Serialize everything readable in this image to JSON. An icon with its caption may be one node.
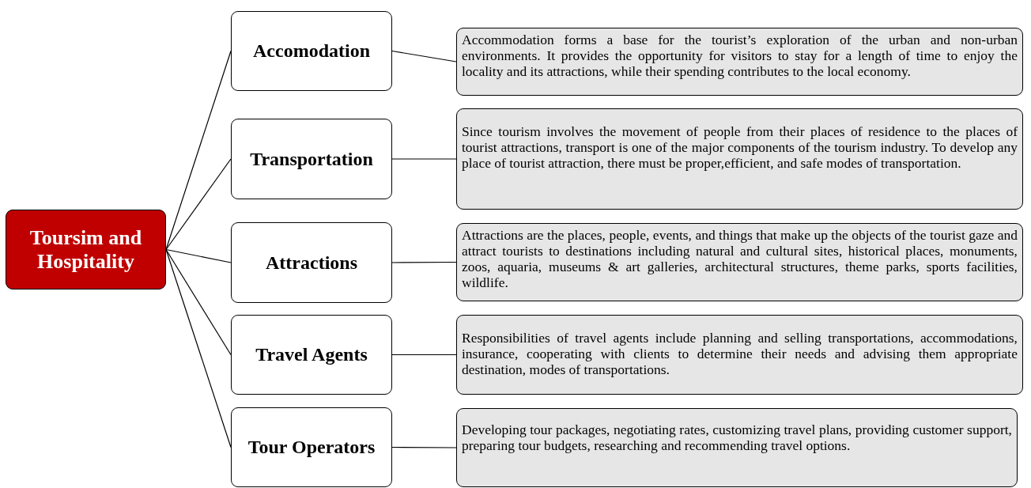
{
  "diagram": {
    "nodes": [
      {
        "text": [
          "Toursim and Hospitality"
        ]
      },
      {
        "text": [
          "Accomodation"
        ]
      },
      {
        "text": [
          "Transportation"
        ]
      },
      {
        "text": [
          "Attractions"
        ]
      },
      {
        "text": [
          "Travel Agents"
        ]
      },
      {
        "text": [
          "Tour Operators"
        ]
      },
      {
        "text": [
          "Accommodation forms a base for the tourist’s exploration of the urban and non-urban environments. It provides the opportunity for visitors to stay for a length of time to enjoy the locality and its attractions, while their spending contributes to the local economy."
        ]
      },
      {
        "text": [
          "Since tourism involves the movement of people from their places of residence to the places of tourist attractions, transport is one of the major components of the tourism industry. To develop any place of tourist attraction, there must be proper,efficient, and safe modes of transportation."
        ]
      },
      {
        "text": [
          "Attractions are the places, people, events, and things that make up the objects of the tourist gaze and attract tourists to destinations including natural and cultural sites, historical places, monuments, zoos, aquaria, museums & art galleries, architectural structures, theme parks, sports facilities, wildlife."
        ]
      },
      {
        "text": [
          "Responsibilities of travel agents include planning and selling transportations, accommodations, insurance, cooperating with clients to determine their needs and advising them appropriate destination, modes of transportations."
        ]
      },
      {
        "text": [
          "Developing tour packages, negotiating rates, customizing travel plans, providing customer support, preparing tour budgets, researching and recommending travel options."
        ]
      }
    ],
    "edges": [
      {
        "from": 0,
        "to": 1,
        "arrow": "none"
      },
      {
        "from": 0,
        "to": 2,
        "arrow": "none"
      },
      {
        "from": 0,
        "to": 3,
        "arrow": "none"
      },
      {
        "from": 0,
        "to": 4,
        "arrow": "none"
      },
      {
        "from": 0,
        "to": 5,
        "arrow": "none"
      },
      {
        "from": 1,
        "to": 6,
        "arrow": "none"
      },
      {
        "from": 2,
        "to": 7,
        "arrow": "none"
      },
      {
        "from": 3,
        "to": 8,
        "arrow": "none"
      },
      {
        "from": 4,
        "to": 9,
        "arrow": "none"
      },
      {
        "from": 5,
        "to": 10,
        "arrow": "none"
      }
    ]
  }
}
